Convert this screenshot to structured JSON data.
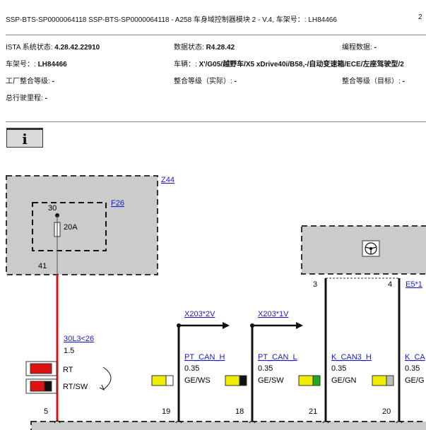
{
  "header": {
    "title": "SSP-BTS-SP0000064118 SSP-BTS-SP0000064118 - A258 车身域控制器模块 2 - V.4, 车架号：: LH84466",
    "page_number": "2"
  },
  "meta": {
    "ista_label": "ISTA 系统状态: ",
    "ista_value": "4.28.42.22910",
    "data_label": "数据状态: ",
    "data_value": "R4.28.42",
    "prog_label": "编程数据: ",
    "prog_value": "-",
    "vin_label": "车架号：: ",
    "vin_value": "LH84466",
    "vehicle_label": "车辆：: ",
    "vehicle_value": "X'/G05/越野车/X5 xDrive40i/B58,-/自动变速箱/ECE/左座驾驶型/2",
    "factory_label": "工厂整合等级: ",
    "factory_value": "-",
    "actual_label": "整合等级（实际）: ",
    "actual_value": "-",
    "target_label": "整合等级（目标）: ",
    "target_value": "-",
    "mileage_label": "总行驶里程: ",
    "mileage_value": "-"
  },
  "info_icon": "i",
  "diagram": {
    "z44": "Z44",
    "f26": "F26",
    "fuse_pin_top": "30",
    "fuse_rating": "20A",
    "fuse_pin_bottom": "41",
    "wire_name": "30L3<26",
    "wire_size": "1.5",
    "rt": "RT",
    "rtsw": "RT/SW",
    "pin_5": "5",
    "pin_3": "3",
    "pin_4": "4",
    "e5": "E5*1",
    "connectors": [
      {
        "label": "X203*2V",
        "pin": "19",
        "signal": "PT_CAN_H",
        "size": "0.35",
        "color": "GE/WS"
      },
      {
        "label": "X203*1V",
        "pin": "18",
        "signal": "PT_CAN_L",
        "size": "0.35",
        "color": "GE/SW"
      },
      {
        "label": "",
        "pin": "21",
        "signal": "K_CAN3_H",
        "size": "0.35",
        "color": "GE/GN"
      },
      {
        "label": "",
        "pin": "20",
        "signal": "K_CA",
        "size": "0.35",
        "color": "GE/G"
      }
    ]
  },
  "colors": {
    "module_fill": "#cbcbcb",
    "power_wire": "#e01010",
    "link": "#1a1acc",
    "yellow": "#f0ee00",
    "black": "#111111",
    "green": "#22aa22",
    "gray": "#bbbbbb",
    "red": "#e01010"
  }
}
